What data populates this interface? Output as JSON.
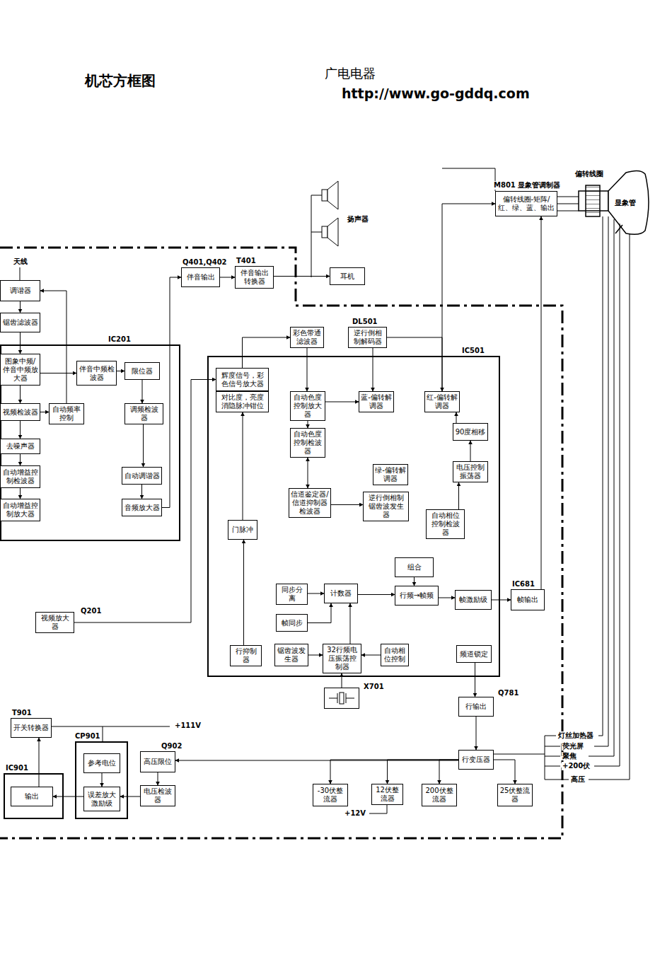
{
  "diagram": {
    "title": "机芯方框图",
    "nodes": [
      {
        "text": [
          "IC201"
        ]
      },
      {
        "text": [
          "调谐器"
        ]
      },
      {
        "text": [
          "锯齿滤波器"
        ]
      },
      {
        "text": [
          "图象中频/伴音中频放大器"
        ],
        "in": 0
      },
      {
        "text": [
          "伴音中频检波器"
        ],
        "in": 0
      },
      {
        "text": [
          "限位器"
        ],
        "in": 0
      },
      {
        "text": [
          "视频检波器"
        ],
        "in": 0
      },
      {
        "text": [
          "自动频率控制"
        ],
        "in": 0
      },
      {
        "text": [
          "调频检波器"
        ],
        "in": 0
      },
      {
        "text": [
          "去噪声器"
        ],
        "in": 0
      },
      {
        "text": [
          "自动增益控制检波器"
        ],
        "in": 0
      },
      {
        "text": [
          "自动增益控制放大器"
        ],
        "in": 0
      },
      {
        "text": [
          "自动调谐器"
        ],
        "in": 0
      },
      {
        "text": [
          "音频放大器"
        ],
        "in": 0
      },
      {
        "text": [
          "Q401,Q402",
          "伴音输出"
        ]
      },
      {
        "text": [
          "T401",
          "伴音输出转换器"
        ]
      },
      {
        "text": [
          "耳机"
        ]
      },
      {
        "text": [
          "M801 显象管调制器",
          "偏转线圈-矩阵/红、绿、蓝、输出"
        ]
      },
      {
        "text": [
          "彩色带通滤波器"
        ]
      },
      {
        "text": [
          "DL501",
          "逆行倒相制解码器"
        ]
      },
      {
        "text": [
          "IC501"
        ]
      },
      {
        "text": [
          "辉度信号，彩色信号放大器"
        ],
        "in": 20
      },
      {
        "text": [
          "对比度，亮度消隐脉冲钳位"
        ],
        "in": 20
      },
      {
        "text": [
          "自动色度控制放大器"
        ],
        "in": 20
      },
      {
        "text": [
          "蓝-偏转解调器"
        ],
        "in": 20
      },
      {
        "text": [
          "红-偏转解调器"
        ],
        "in": 20
      },
      {
        "text": [
          "自动色度控制检波器"
        ],
        "in": 20
      },
      {
        "text": [
          "90度相移"
        ],
        "in": 20
      },
      {
        "text": [
          "绿-偏转解调器"
        ],
        "in": 20
      },
      {
        "text": [
          "电压控制振荡器"
        ],
        "in": 20
      },
      {
        "text": [
          "信道鉴定器/信道抑制器检波器"
        ],
        "in": 20
      },
      {
        "text": [
          "逆行倒相制锯齿波发生器"
        ],
        "in": 20
      },
      {
        "text": [
          "自动相位控制检波器"
        ],
        "in": 20
      },
      {
        "text": [
          "门脉冲"
        ],
        "in": 20
      },
      {
        "text": [
          "组合"
        ],
        "in": 20
      },
      {
        "text": [
          "同步分离"
        ],
        "in": 20
      },
      {
        "text": [
          "计数器"
        ],
        "in": 20
      },
      {
        "text": [
          "行频→帧频"
        ],
        "in": 20
      },
      {
        "text": [
          "帧激励级"
        ],
        "in": 20
      },
      {
        "text": [
          "帧同步"
        ],
        "in": 20
      },
      {
        "text": [
          "行抑制器"
        ],
        "in": 20
      },
      {
        "text": [
          "锯齿波发生器"
        ],
        "in": 20
      },
      {
        "text": [
          "32行频电压振荡控制器"
        ],
        "in": 20
      },
      {
        "text": [
          "自动相位控制"
        ],
        "in": 20
      },
      {
        "text": [
          "频道锁定"
        ],
        "in": 20
      },
      {
        "text": [
          "IC681",
          "帧输出"
        ]
      },
      {
        "text": [
          "视频放大器",
          "Q201"
        ]
      },
      {
        "text": [
          "X701"
        ]
      },
      {
        "text": [
          "T901",
          "开关转换器"
        ]
      },
      {
        "text": [
          "Q781",
          "行输出"
        ]
      },
      {
        "text": [
          "CP901"
        ]
      },
      {
        "text": [
          "参考电位"
        ],
        "in": 50
      },
      {
        "text": [
          "误差放大激励级"
        ],
        "in": 50
      },
      {
        "text": [
          "Q902",
          "高压限位"
        ]
      },
      {
        "text": [
          "IC901"
        ]
      },
      {
        "text": [
          "输出"
        ],
        "in": 54
      },
      {
        "text": [
          "电压检波器"
        ]
      },
      {
        "text": [
          "行变压器"
        ]
      },
      {
        "text": [
          "-30伏整流器"
        ]
      },
      {
        "text": [
          "12伏整流器"
        ]
      },
      {
        "text": [
          "200伏整流器"
        ]
      },
      {
        "text": [
          "25伏整流器"
        ]
      }
    ],
    "edges": [
      {
        "from": 1,
        "to": 2,
        "arrow": "to"
      },
      {
        "from": 2,
        "to": 3,
        "arrow": "to"
      },
      {
        "from": 3,
        "to": 4,
        "arrow": "to"
      },
      {
        "from": 4,
        "to": 5,
        "arrow": "to"
      },
      {
        "from": 5,
        "to": 8,
        "arrow": "to"
      },
      {
        "from": 3,
        "to": 6,
        "arrow": "to"
      },
      {
        "from": 6,
        "to": 7,
        "arrow": "to"
      },
      {
        "from": 7,
        "to": 1,
        "arrow": "to"
      },
      {
        "from": 6,
        "to": 9,
        "arrow": "to"
      },
      {
        "from": 9,
        "to": 10,
        "arrow": "to"
      },
      {
        "from": 10,
        "to": 11,
        "arrow": "to"
      },
      {
        "from": 8,
        "to": 12,
        "arrow": "to"
      },
      {
        "from": 12,
        "to": 13,
        "arrow": "to"
      },
      {
        "from": 13,
        "to": 14,
        "arrow": "to"
      },
      {
        "from": 14,
        "to": 15,
        "arrow": "to"
      },
      {
        "from": 15,
        "to": 16,
        "arrow": "to"
      },
      {
        "from": 46,
        "to": 21,
        "arrow": "to"
      },
      {
        "from": 21,
        "to": 18,
        "arrow": "to"
      },
      {
        "from": 18,
        "to": 23,
        "arrow": "to"
      },
      {
        "from": 23,
        "to": 26,
        "arrow": "to"
      },
      {
        "from": 26,
        "to": 30,
        "arrow": "both"
      },
      {
        "from": 30,
        "to": 31,
        "arrow": "to"
      },
      {
        "from": 23,
        "to": 24,
        "arrow": "to"
      },
      {
        "from": 19,
        "to": 24,
        "arrow": "to"
      },
      {
        "from": 19,
        "to": 25,
        "arrow": "to"
      },
      {
        "from": 29,
        "to": 27,
        "arrow": "to"
      },
      {
        "from": 27,
        "to": 25,
        "arrow": "to"
      },
      {
        "from": 32,
        "to": 29,
        "arrow": "to"
      },
      {
        "from": 25,
        "to": 17,
        "arrow": "to"
      },
      {
        "from": 37,
        "to": 38,
        "arrow": "to"
      },
      {
        "from": 38,
        "to": 45,
        "arrow": "to"
      },
      {
        "from": 45,
        "to": 17,
        "arrow": "to"
      },
      {
        "from": 35,
        "to": 36,
        "arrow": "to"
      },
      {
        "from": 36,
        "to": 37,
        "arrow": "to"
      },
      {
        "from": 34,
        "to": 37,
        "arrow": "to"
      },
      {
        "from": 39,
        "to": 36,
        "arrow": "to"
      },
      {
        "from": 42,
        "to": 36,
        "arrow": "to"
      },
      {
        "from": 41,
        "to": 42,
        "arrow": "to"
      },
      {
        "from": 43,
        "to": 42,
        "arrow": "to"
      },
      {
        "from": 33,
        "to": 22,
        "arrow": "to"
      },
      {
        "from": 40,
        "to": 33,
        "arrow": "to"
      },
      {
        "from": 47,
        "to": 42,
        "arrow": "to"
      },
      {
        "from": 44,
        "to": 49,
        "arrow": "to"
      },
      {
        "from": 49,
        "to": 57,
        "arrow": "to"
      },
      {
        "from": 57,
        "to": 58,
        "arrow": "to"
      },
      {
        "from": 57,
        "to": 59,
        "arrow": "to"
      },
      {
        "from": 57,
        "to": 60,
        "arrow": "to"
      },
      {
        "from": 57,
        "to": 61,
        "arrow": "to"
      },
      {
        "from": 57,
        "to": 53,
        "arrow": "to"
      },
      {
        "from": 55,
        "to": 48,
        "arrow": "to"
      },
      {
        "from": 52,
        "to": 55,
        "arrow": "to"
      },
      {
        "from": 51,
        "to": 52,
        "arrow": "to"
      },
      {
        "from": 56,
        "to": 52,
        "arrow": "to"
      },
      {
        "from": 53,
        "to": 56,
        "arrow": "to"
      }
    ],
    "labels": [
      "广电电器",
      "http://www.go-gddq.com",
      "天线",
      "扬声器",
      "偏转线圈",
      "显象管",
      "+111V",
      "+12V",
      "灯丝加热器",
      "荧光屏",
      "聚焦",
      "+200伏",
      "高压"
    ]
  }
}
